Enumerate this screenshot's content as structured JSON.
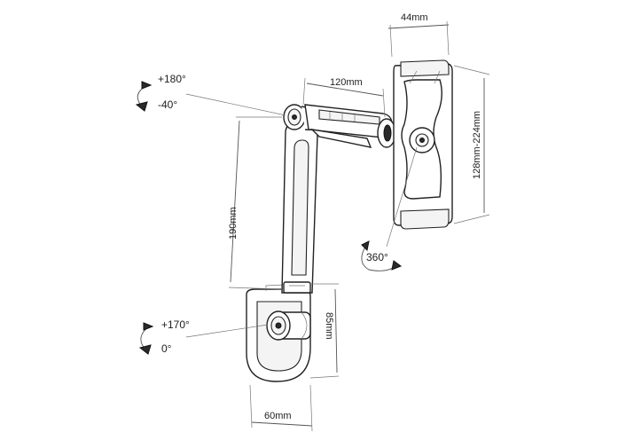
{
  "dimensions": {
    "holder_width": "44mm",
    "arm_top": "120mm",
    "holder_height": "128mm-224mm",
    "arm_long": "190mm",
    "base_height": "85mm",
    "base_width": "60mm"
  },
  "rotations": {
    "top_pos": "+180°",
    "top_neg": "-40°",
    "holder": "360°",
    "base_pos": "+170°",
    "base_zero": "0°"
  }
}
